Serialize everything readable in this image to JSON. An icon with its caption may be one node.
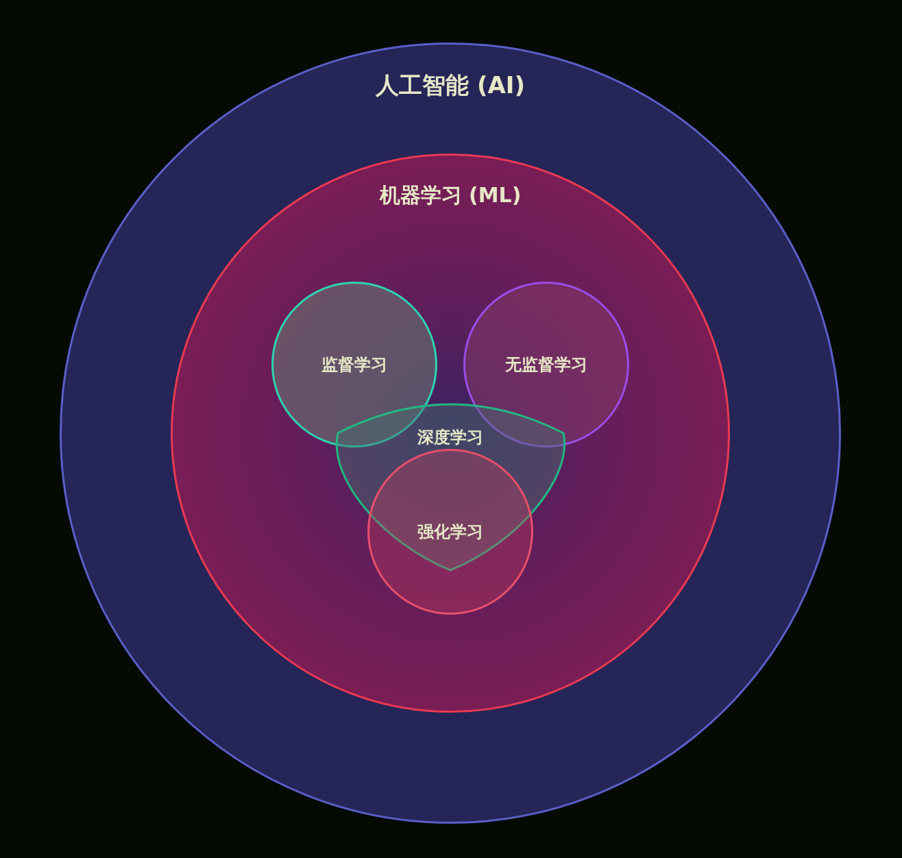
{
  "diagram": {
    "nodes": [
      {
        "text": [
          "人工智能 (AI)"
        ]
      },
      {
        "text": [
          "机器学习 (ML)"
        ],
        "in": 0
      },
      {
        "text": [
          "监督学习"
        ],
        "in": 1
      },
      {
        "text": [
          "无监督学习"
        ],
        "in": 1
      },
      {
        "text": [
          "深度学习"
        ],
        "in": 1
      },
      {
        "text": [
          "强化学习"
        ],
        "in": 1
      }
    ]
  }
}
